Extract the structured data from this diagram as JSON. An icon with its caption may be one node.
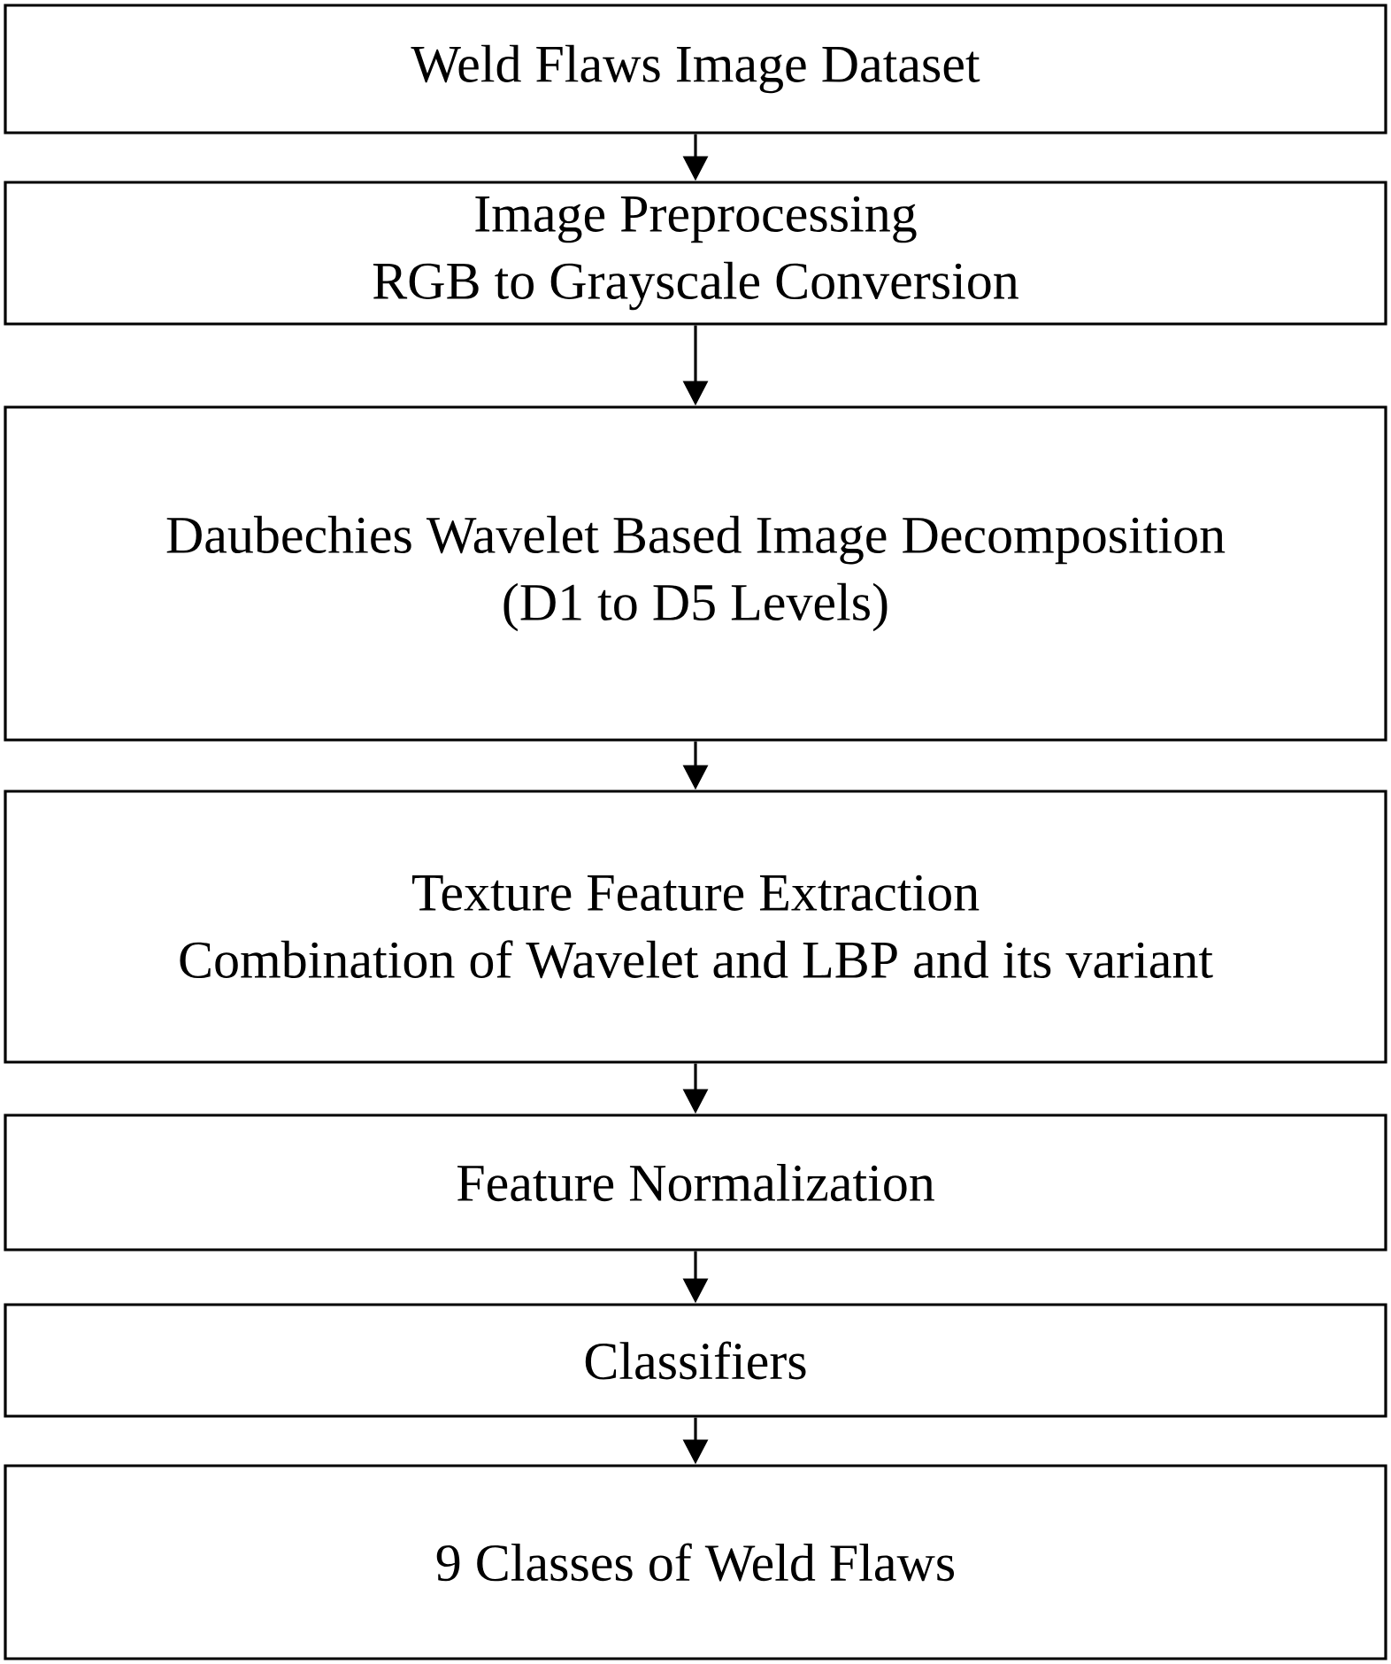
{
  "diagram": {
    "nodes": [
      {
        "text": [
          "Weld Flaws Image Dataset"
        ]
      },
      {
        "text": [
          "Image Preprocessing",
          "RGB to Grayscale Conversion"
        ]
      },
      {
        "text": [
          "Daubechies Wavelet Based Image Decomposition",
          "(D1 to D5 Levels)"
        ]
      },
      {
        "text": [
          "Texture Feature Extraction",
          "Combination of Wavelet and LBP and its variant"
        ]
      },
      {
        "text": [
          "Feature Normalization"
        ]
      },
      {
        "text": [
          "Classifiers"
        ]
      },
      {
        "text": [
          "9 Classes of Weld Flaws"
        ]
      }
    ],
    "edges": [
      {
        "from": 0,
        "to": 1,
        "arrow": "to"
      },
      {
        "from": 1,
        "to": 2,
        "arrow": "to"
      },
      {
        "from": 2,
        "to": 3,
        "arrow": "to"
      },
      {
        "from": 3,
        "to": 4,
        "arrow": "to"
      },
      {
        "from": 4,
        "to": 5,
        "arrow": "to"
      },
      {
        "from": 5,
        "to": 6,
        "arrow": "to"
      }
    ]
  }
}
